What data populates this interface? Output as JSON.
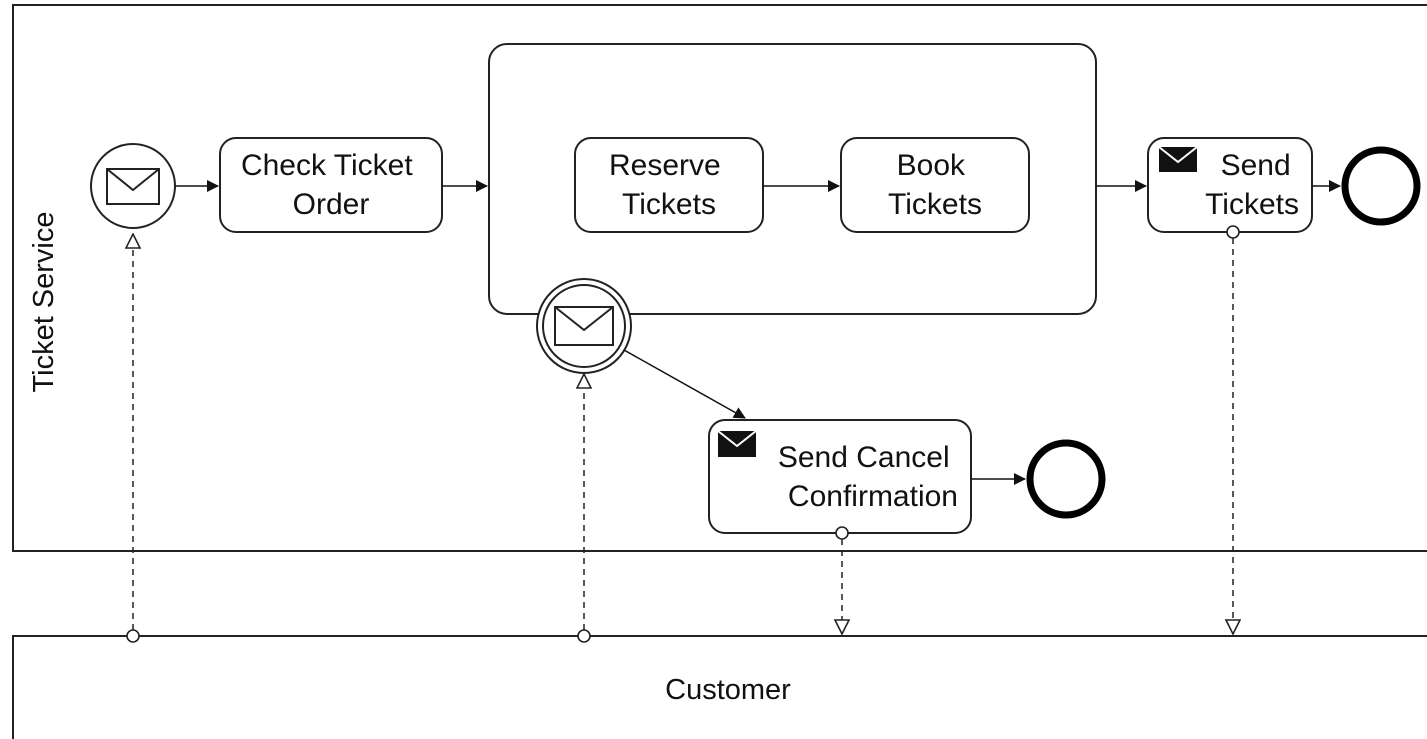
{
  "pools": {
    "ticket_service": {
      "label": "Ticket Service"
    },
    "customer": {
      "label": "Customer"
    }
  },
  "tasks": {
    "check_ticket_order": {
      "line1": "Check Ticket",
      "line2": "Order"
    },
    "reserve_tickets": {
      "line1": "Reserve",
      "line2": "Tickets"
    },
    "book_tickets": {
      "line1": "Book",
      "line2": "Tickets"
    },
    "send_tickets": {
      "line1": "Send",
      "line2": "Tickets",
      "icon": "envelope-filled-icon"
    },
    "send_cancel_confirmation": {
      "line1": "Send Cancel",
      "line2": "Confirmation",
      "icon": "envelope-filled-icon"
    }
  },
  "events": {
    "start_message": {
      "type": "message start event",
      "icon": "envelope-icon"
    },
    "boundary_message": {
      "type": "message intermediate boundary event",
      "icon": "envelope-icon"
    },
    "end_main": {
      "type": "end event"
    },
    "end_cancel": {
      "type": "end event"
    }
  },
  "colors": {
    "stroke": "#222222",
    "background": "#ffffff"
  }
}
